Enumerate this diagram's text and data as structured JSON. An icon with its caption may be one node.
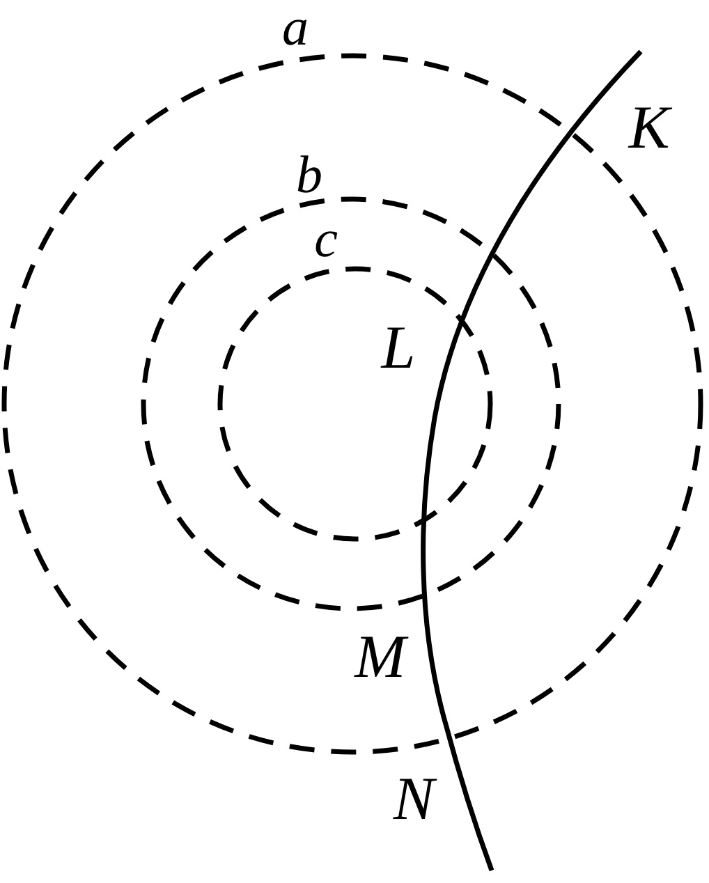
{
  "diagram": {
    "labels": [
      "a",
      "b",
      "c",
      "K",
      "L",
      "M",
      "N"
    ]
  }
}
